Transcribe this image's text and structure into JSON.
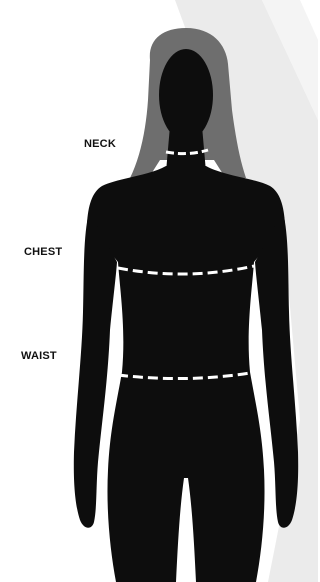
{
  "labels": {
    "neck": "NECK",
    "chest": "CHEST",
    "waist": "WAIST"
  },
  "colors": {
    "silhouette": "#0d0d0d",
    "hair": "#6e6e6e",
    "background_shape": "#ebebeb",
    "measure_line": "#ffffff",
    "label_text": "#111111"
  }
}
